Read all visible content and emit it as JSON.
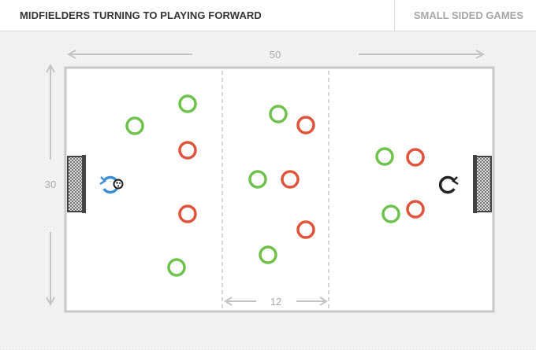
{
  "header": {
    "title": "MIDFIELDERS TURNING TO PLAYING FORWARD",
    "subtitle": "SMALL SIDED GAMES"
  },
  "dimensions": {
    "width_label": "50",
    "height_label": "30",
    "zone_label": "12"
  },
  "colors": {
    "green_team": "#6cc24a",
    "red_team": "#e0533a",
    "attacker": "#3b8fd8",
    "defender": "#222222",
    "lines": "#c4c4c4"
  },
  "icons": [
    "goal-left-icon",
    "goal-right-icon",
    "ball-icon",
    "turn-arrow-icon",
    "dimension-arrow-icon"
  ]
}
